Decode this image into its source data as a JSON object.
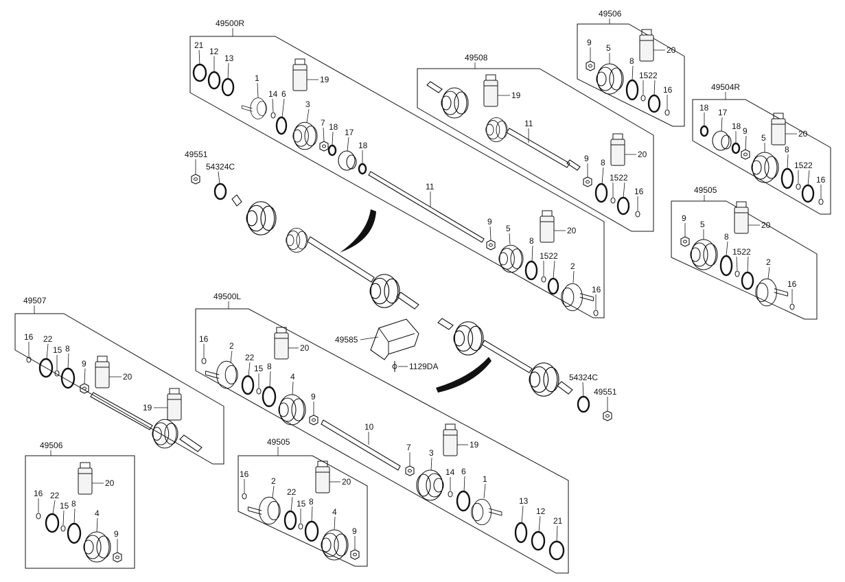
{
  "colors": {
    "line": "#111111",
    "background": "#ffffff"
  },
  "assemblies": {
    "a49500R": "49500R",
    "a49508": "49508",
    "a49506_top": "49506",
    "a49504R": "49504R",
    "a49505_right": "49505",
    "a49507": "49507",
    "a49500L": "49500L",
    "a49506_bottom": "49506",
    "a49505_bottom": "49505"
  },
  "parts": {
    "p1": "1",
    "p2": "2",
    "p3": "3",
    "p4": "4",
    "p5": "5",
    "p6": "6",
    "p7": "7",
    "p8": "8",
    "p9": "9",
    "p10": "10",
    "p11": "11",
    "p12": "12",
    "p13": "13",
    "p14": "14",
    "p15": "15",
    "p16": "16",
    "p17": "17",
    "p18": "18",
    "p19": "19",
    "p20": "20",
    "p21": "21",
    "p22": "22",
    "p1522": "1522",
    "p49551": "49551",
    "p54324C": "54324C",
    "p49585": "49585",
    "p1129DA": "1129DA"
  }
}
